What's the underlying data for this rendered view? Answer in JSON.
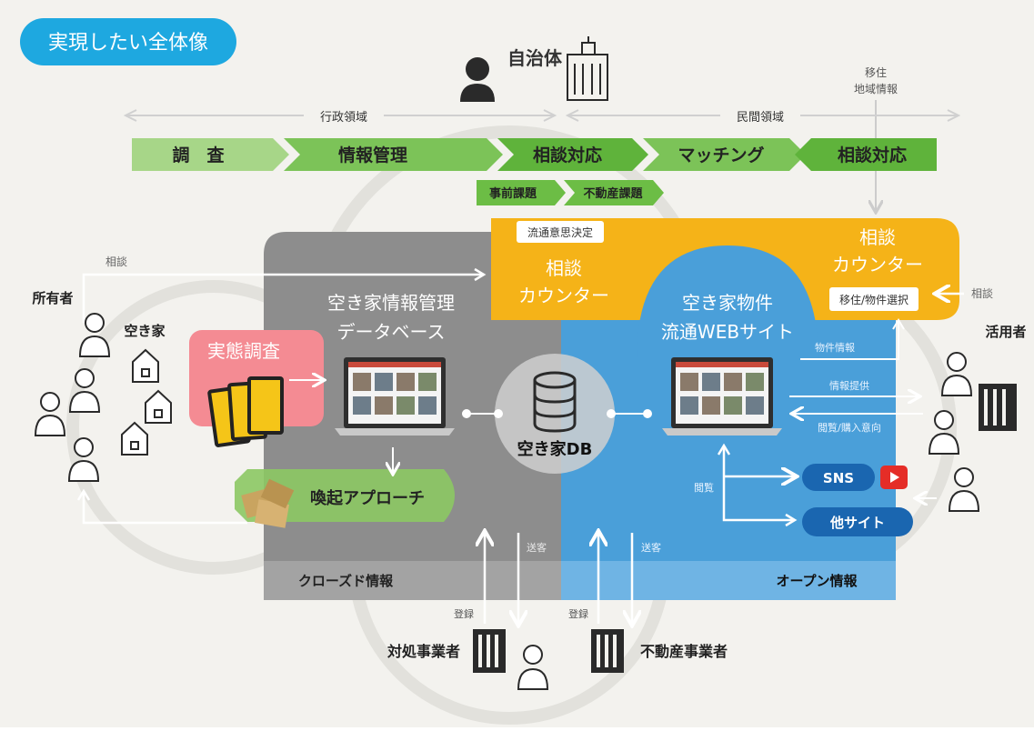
{
  "title_badge": "実現したい全体像",
  "top": {
    "municipality": "自治体",
    "admin_domain": "行政領域",
    "private_domain": "民間領域",
    "migration_info": [
      "移住",
      "地域情報"
    ]
  },
  "process_steps": [
    "調　査",
    "情報管理",
    "相談対応",
    "マッチング",
    "相談対応"
  ],
  "sub_tags": [
    "事前課題",
    "不動産課題"
  ],
  "counter_left": {
    "tag": "流通意思決定",
    "title": [
      "相談",
      "カウンター"
    ]
  },
  "counter_right": {
    "title": [
      "相談",
      "カウンター"
    ],
    "tag": "移住/物件選択"
  },
  "owners": {
    "label": "所有者",
    "akiya": "空き家",
    "consult": "相談"
  },
  "survey": "実態調査",
  "db_panel": [
    "空き家情報管理",
    "データベース"
  ],
  "db_center": "空き家DB",
  "wake_approach": "喚起アプローチ",
  "closed_info": "クローズド情報",
  "open_info": "オープン情報",
  "website": [
    "空き家物件",
    "流通WEBサイト"
  ],
  "web_flows": {
    "property_info": "物件情報",
    "provide_info": "情報提供",
    "browse_intent": "閲覧/購入意向",
    "browse": "閲覧"
  },
  "users": {
    "label": "活用者",
    "consult": "相談"
  },
  "channels": {
    "sns": "SNS",
    "other_sites": "他サイト"
  },
  "bottom": {
    "handler": "対処事業者",
    "realestate": "不動産事業者",
    "register_1": "登録",
    "register_2": "登録",
    "send_1": "送客",
    "send_2": "送客"
  },
  "colors": {
    "badge_blue": "#1ea8e0",
    "green_arrow": "#6cbd45",
    "yellow_counter": "#f5b318",
    "gray_panel": "#8d8d8d",
    "blue_panel": "#4a9fd9",
    "pink_survey": "#f48b93",
    "dark_button": "#1a66b0"
  }
}
